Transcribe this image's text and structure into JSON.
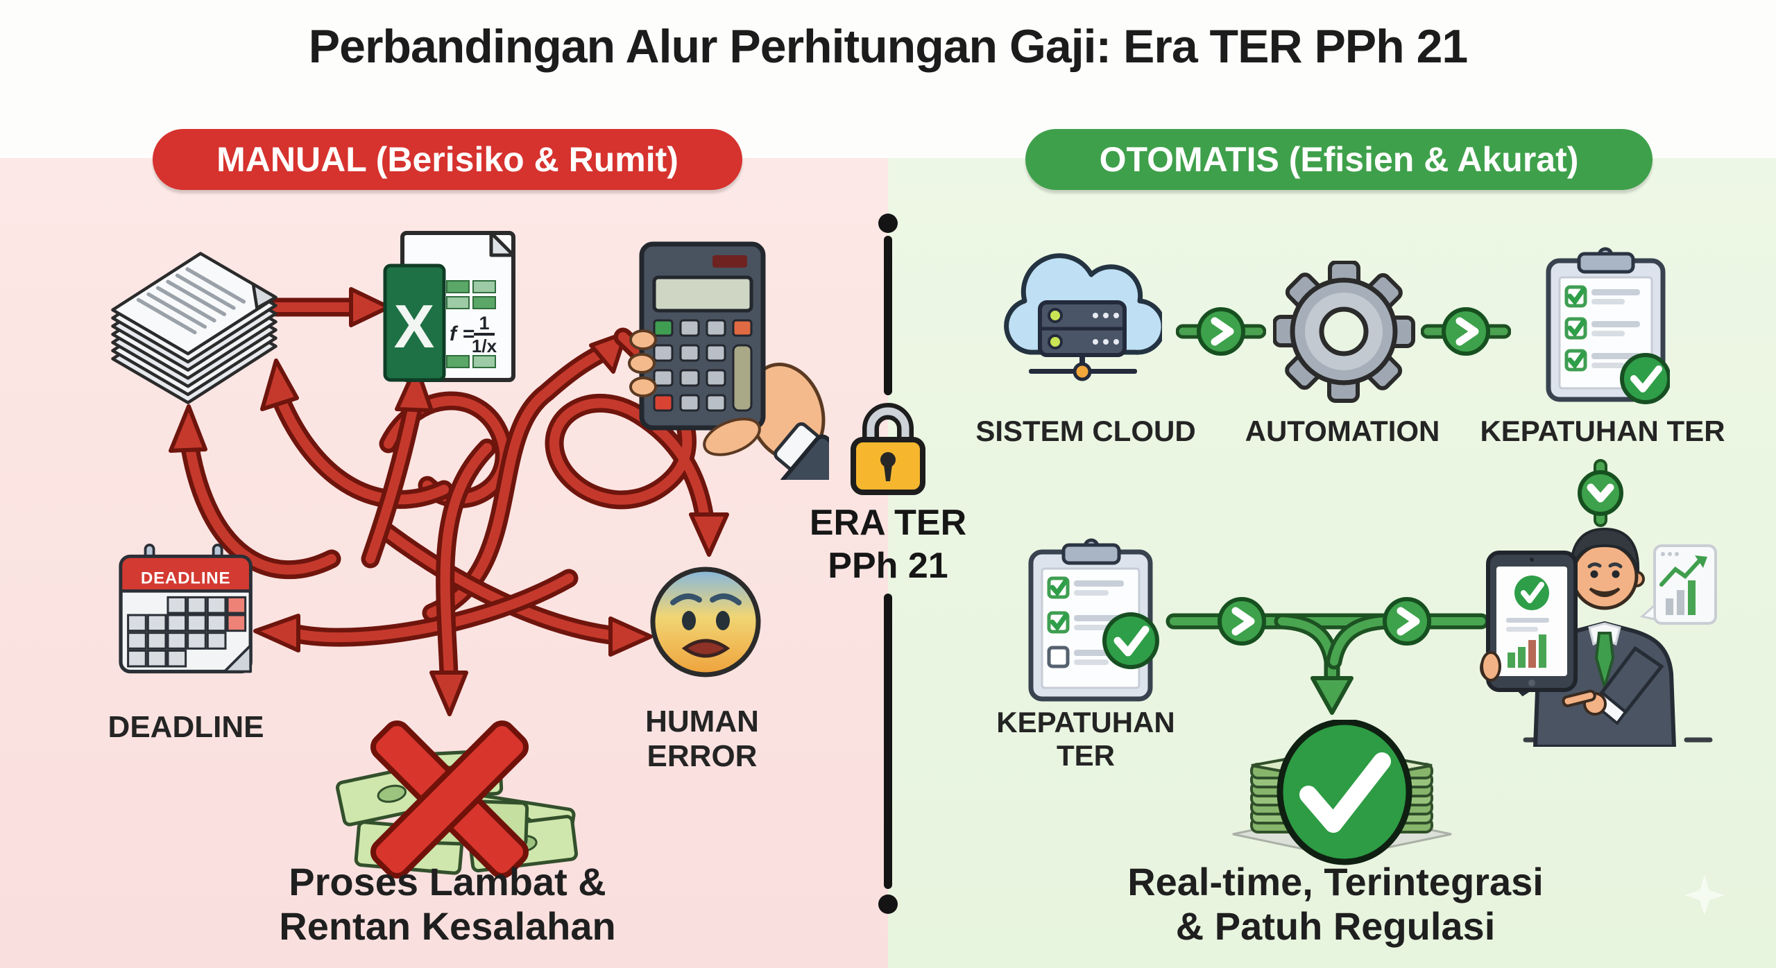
{
  "title": "Perbandingan Alur Perhitungan Gaji: Era TER PPh 21",
  "center": {
    "lock_caption_line1": "ERA TER",
    "lock_caption_line2": "PPh 21"
  },
  "left": {
    "banner": "MANUAL (Berisiko & Rumit)",
    "excel_letter": "X",
    "excel_formula_prefix": "f =",
    "excel_formula_numerator": "1",
    "excel_formula_denominator": "1/x",
    "calendar_header": "DEADLINE",
    "deadline_label": "DEADLINE",
    "human_error_line1": "HUMAN",
    "human_error_line2": "ERROR",
    "conclusion_line1": "Proses Lambat &",
    "conclusion_line2": "Rentan Kesalahan"
  },
  "right": {
    "banner": "OTOMATIS (Efisien & Akurat)",
    "step_cloud_label": "SISTEM CLOUD",
    "step_automation_label": "AUTOMATION",
    "step_kepatuhan_label": "KEPATUHAN TER",
    "checklist_label_line1": "KEPATUHAN",
    "checklist_label_line2": "TER",
    "conclusion_line1": "Real-time, Terintegrasi",
    "conclusion_line2": "& Patuh Regulasi"
  },
  "colors": {
    "manual_red": "#d6322e",
    "otomatis_green": "#3fa04b",
    "arrow_red": "#c5392c",
    "flow_green": "#4aa551",
    "lock_gold": "#f6b62e",
    "panel_pink": "#fce8e6",
    "panel_green": "#edf7e5",
    "divider_black": "#141414"
  },
  "icons": {
    "papers-stack-icon": "stack of paper documents",
    "excel-icon": "spreadsheet with formula",
    "calculator-hand-icon": "hand holding calculator",
    "deadline-calendar-icon": "calendar marked deadline",
    "human-error-emoji-icon": "anxious face emoji",
    "money-crossed-icon": "money pile with red X",
    "tangled-arrows-icon": "tangled red arrows",
    "lock-icon": "gold padlock",
    "cloud-server-icon": "cloud with server",
    "gear-icon": "automation gear",
    "clipboard-checklist-icon": "clipboard with green checks",
    "checkmark-badge-icon": "green check badge",
    "chevron-right-connector-icon": "green arrow connector",
    "chevron-down-connector-icon": "green down connector",
    "money-approved-icon": "money stack with green check",
    "businessman-tablet-icon": "businessman showing tablet",
    "growth-chart-icon": "growth chart popup",
    "sparkle-icon": "faint sparkle"
  }
}
